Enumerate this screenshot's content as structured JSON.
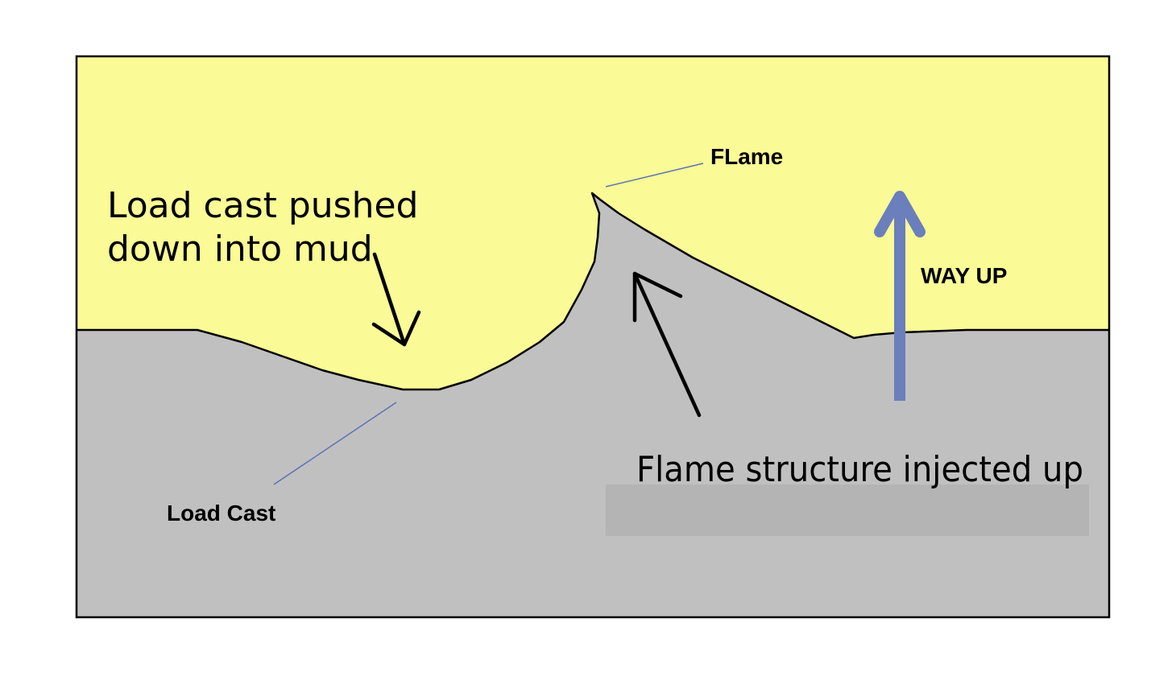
{
  "diagram": {
    "labels": {
      "load_cast_pushed_line1": "Load cast pushed",
      "load_cast_pushed_line2": "down into mud",
      "flame_structure": "Flame structure injected up",
      "flame": "FLame",
      "way_up": "WAY UP",
      "load_cast": "Load Cast"
    },
    "colors": {
      "sand": "#fafa96",
      "mud": "#c0c0c0",
      "outline": "#000000",
      "way_up_arrow": "#6a7fbc",
      "leader_line": "#5a73b8",
      "box_overlay": "#b4b4b4"
    },
    "icons": {
      "way_up_arrow": "up-arrow-icon",
      "pushed_down_arrow": "down-arrow-icon",
      "injected_up_arrow": "up-arrow-icon"
    }
  }
}
